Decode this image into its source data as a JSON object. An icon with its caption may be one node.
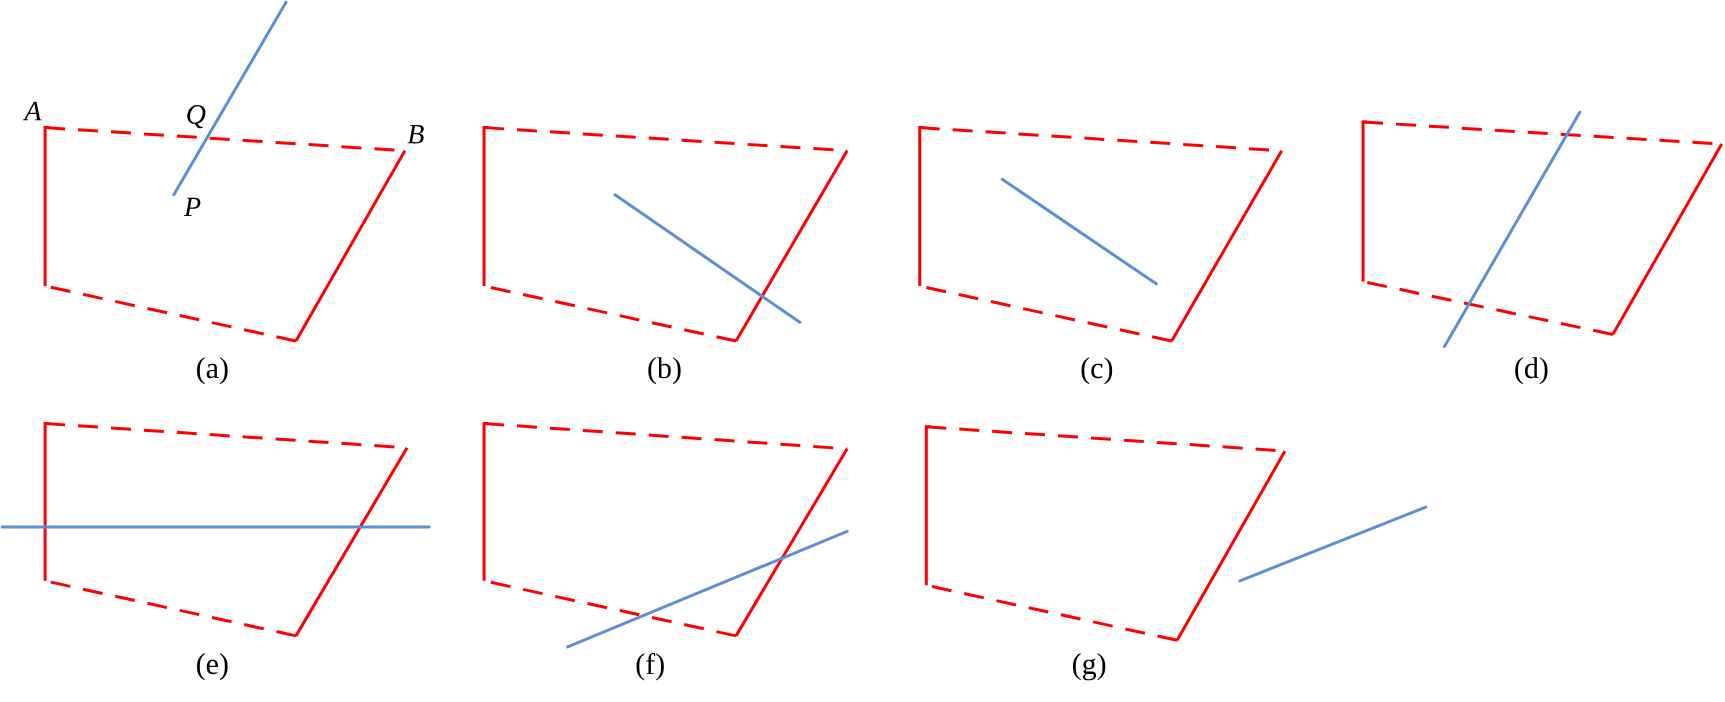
{
  "diagram": {
    "labels": [
      "A",
      "Q",
      "B",
      "P",
      "(a)",
      "(b)",
      "(c)",
      "(d)",
      "(e)",
      "(f)",
      "(g)"
    ]
  }
}
